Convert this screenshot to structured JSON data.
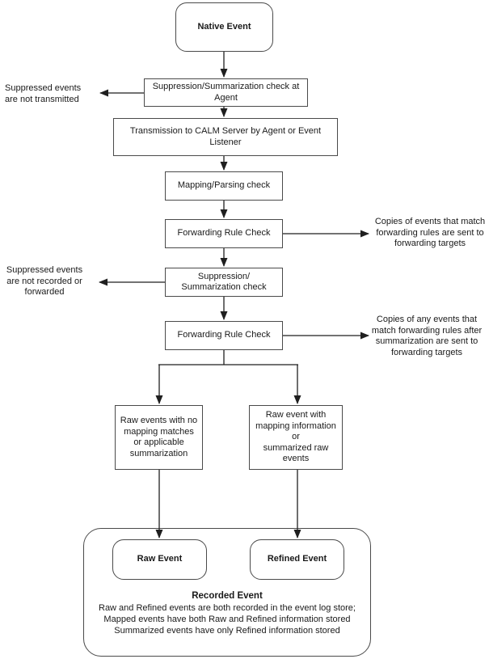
{
  "diagram": {
    "colors": {
      "background": "#ffffff",
      "box_border": "#4a4a4a",
      "line": "#1f1f1f",
      "text": "#1a1a1a"
    },
    "nodes": {
      "native_event": {
        "label": "Native Event"
      },
      "suppression_check_agent": {
        "label": "Suppression/Summarization check at Agent"
      },
      "transmission": {
        "label": "Transmission to CALM Server by Agent or Event Listener"
      },
      "mapping_parsing_check": {
        "label": "Mapping/Parsing check"
      },
      "forwarding_rule_check_1": {
        "label": "Forwarding Rule Check"
      },
      "suppression_summarization_check": {
        "label": "Suppression/\nSummarization check"
      },
      "forwarding_rule_check_2": {
        "label": "Forwarding Rule Check"
      },
      "raw_events_no_mapping": {
        "label": "Raw events with no mapping matches or applicable summarization"
      },
      "raw_event_with_mapping": {
        "label": "Raw event with mapping information\nor\nsummarized raw events"
      },
      "raw_event": {
        "label": "Raw Event"
      },
      "refined_event": {
        "label": "Refined Event"
      },
      "recorded_event": {
        "title": "Recorded Event",
        "description": "Raw and Refined events are both recorded in the event log store;\nMapped events have both Raw and Refined information stored\nSummarized events have only Refined information stored"
      }
    },
    "annotations": {
      "suppressed_not_transmitted": "Suppressed events are not transmitted",
      "suppressed_not_recorded": "Suppressed events are not recorded or forwarded",
      "copies_match_forwarding": "Copies of events that match forwarding rules are sent to forwarding targets",
      "copies_match_after_summarization": "Copies of any events that match forwarding rules after summarization are sent to forwarding targets"
    }
  }
}
